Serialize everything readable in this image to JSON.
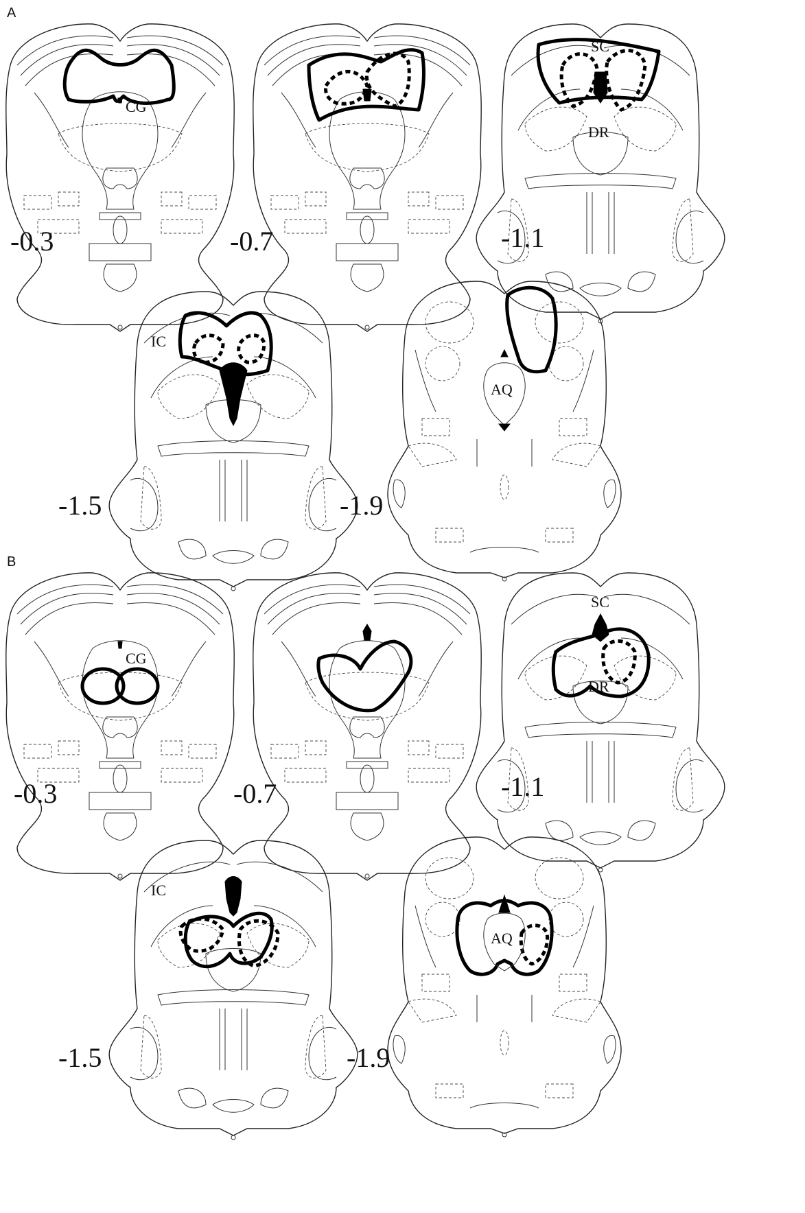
{
  "panels": [
    {
      "letter": "A",
      "sections": [
        {
          "level": "-0.3",
          "label": "CG"
        },
        {
          "level": "-0.7",
          "label": ""
        },
        {
          "level": "-1.1",
          "label": "SC",
          "label2": "DR"
        },
        {
          "level": "-1.5",
          "label": "IC"
        },
        {
          "level": "-1.9",
          "label": "AQ"
        }
      ]
    },
    {
      "letter": "B",
      "sections": [
        {
          "level": "-0.3",
          "label": "CG"
        },
        {
          "level": "-0.7",
          "label": ""
        },
        {
          "level": "-1.1",
          "label": "SC",
          "label2": "DR"
        },
        {
          "level": "-1.5",
          "label": "IC"
        },
        {
          "level": "-1.9",
          "label": "AQ"
        }
      ]
    }
  ],
  "colors": {
    "ink": "#000000",
    "background": "#ffffff"
  }
}
